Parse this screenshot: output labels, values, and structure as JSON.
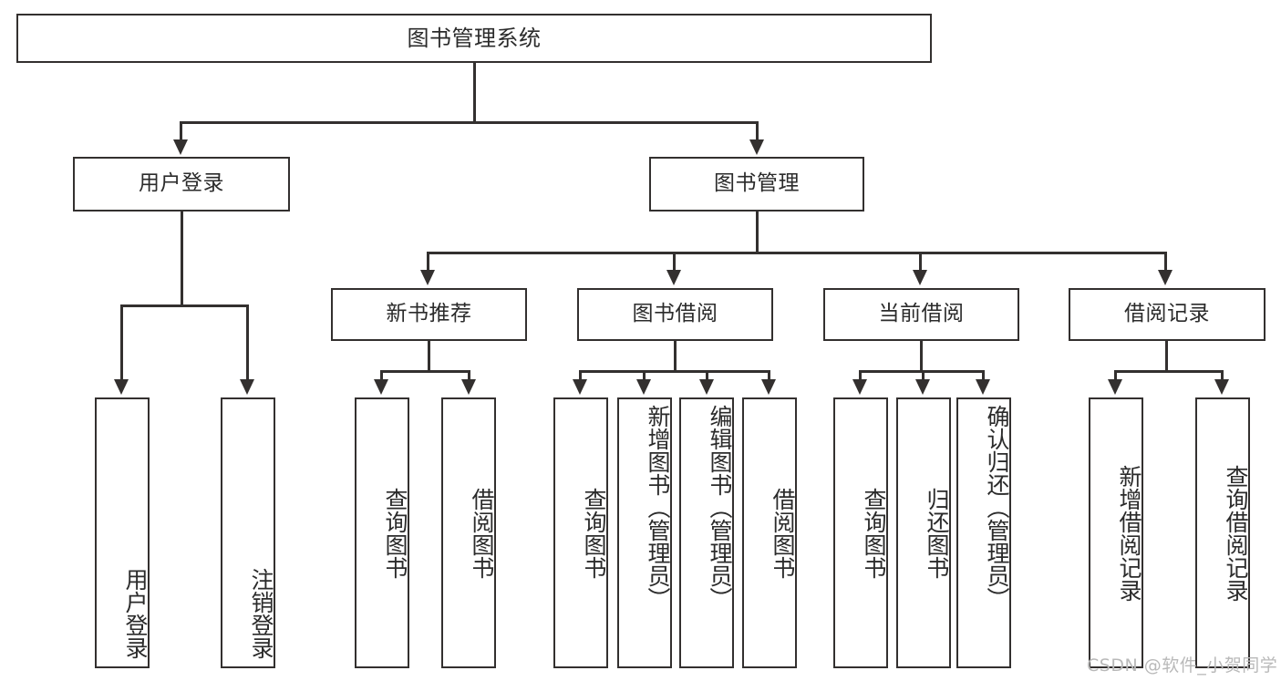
{
  "diagram": {
    "title_node": {
      "label": "图书管理系统"
    },
    "level2": [
      {
        "id": "user-login",
        "label": "用户登录"
      },
      {
        "id": "book-management",
        "label": "图书管理"
      }
    ],
    "level3": [
      {
        "id": "new-book-recommend",
        "label": "新书推荐"
      },
      {
        "id": "book-borrow",
        "label": "图书借阅"
      },
      {
        "id": "current-borrow",
        "label": "当前借阅"
      },
      {
        "id": "borrow-record",
        "label": "借阅记录"
      }
    ],
    "leaves": [
      {
        "id": "leaf-user-login",
        "label": "用户登录"
      },
      {
        "id": "leaf-logout-login",
        "label": "注销登录"
      },
      {
        "id": "leaf-query-book-1",
        "label": "查询图书"
      },
      {
        "id": "leaf-borrow-book-1",
        "label": "借阅图书"
      },
      {
        "id": "leaf-query-book-2",
        "label": "查询图书"
      },
      {
        "id": "leaf-add-book",
        "label": "新增图书（管理员）"
      },
      {
        "id": "leaf-edit-book",
        "label": "编辑图书（管理员）"
      },
      {
        "id": "leaf-borrow-book-2",
        "label": "借阅图书"
      },
      {
        "id": "leaf-query-book-3",
        "label": "查询图书"
      },
      {
        "id": "leaf-return-book",
        "label": "归还图书"
      },
      {
        "id": "leaf-confirm-return",
        "label": "确认归还（管理员）"
      },
      {
        "id": "leaf-add-borrow-record",
        "label": "新增借阅记录"
      },
      {
        "id": "leaf-query-borrow-record",
        "label": "查询借阅记录"
      }
    ]
  },
  "watermark": {
    "text": "CSDN @软件_小贺同学"
  },
  "colors": {
    "line": "#33302f",
    "text": "#2b2b2b",
    "background": "#ffffff",
    "watermark": "#b9b9b9"
  }
}
